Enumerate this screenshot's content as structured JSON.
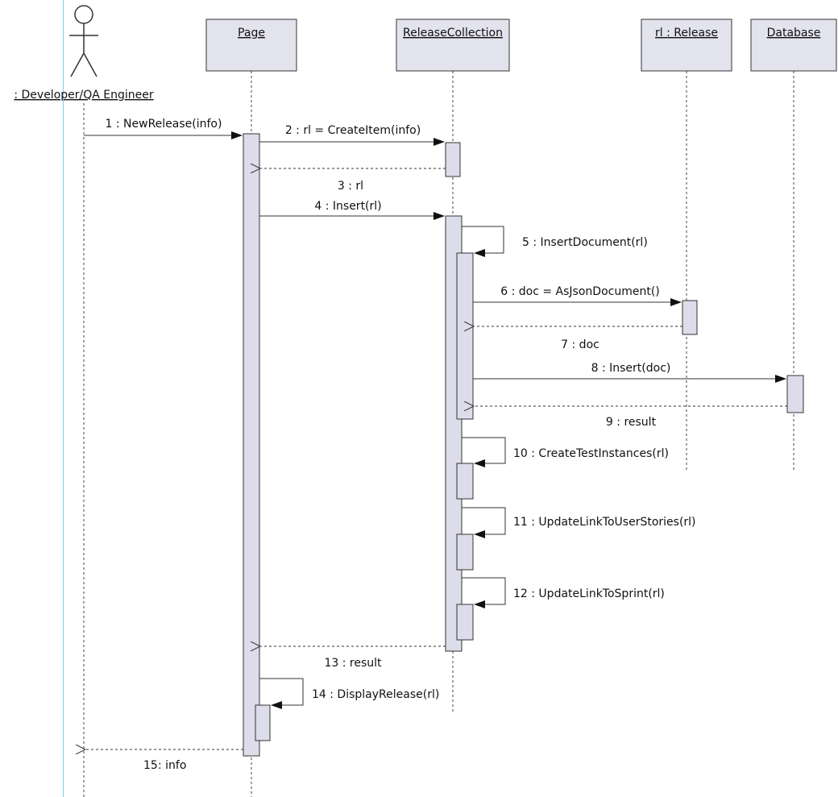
{
  "colors": {
    "lifeline_box": "#e3e3ee",
    "activation": "#dcdcea",
    "stroke": "#333333",
    "margin_line": "#7fd0e6"
  },
  "actor": {
    "label": ": Developer/QA Engineer"
  },
  "lifelines": [
    {
      "id": "page",
      "label": "Page"
    },
    {
      "id": "rc",
      "label": "ReleaseCollection"
    },
    {
      "id": "rl",
      "label": "rl : Release"
    },
    {
      "id": "db",
      "label": "Database"
    }
  ],
  "messages": [
    {
      "num": 1,
      "label": "1 : NewRelease(info)",
      "kind": "call"
    },
    {
      "num": 2,
      "label": "2 : rl = CreateItem(info)",
      "kind": "call"
    },
    {
      "num": 3,
      "label": "3 : rl",
      "kind": "return"
    },
    {
      "num": 4,
      "label": "4 : Insert(rl)",
      "kind": "call"
    },
    {
      "num": 5,
      "label": "5 : InsertDocument(rl)",
      "kind": "self"
    },
    {
      "num": 6,
      "label": "6 : doc = AsJsonDocument()",
      "kind": "call"
    },
    {
      "num": 7,
      "label": "7 : doc",
      "kind": "return"
    },
    {
      "num": 8,
      "label": "8 : Insert(doc)",
      "kind": "call"
    },
    {
      "num": 9,
      "label": "9 : result",
      "kind": "return"
    },
    {
      "num": 10,
      "label": "10 : CreateTestInstances(rl)",
      "kind": "self"
    },
    {
      "num": 11,
      "label": "11 : UpdateLinkToUserStories(rl)",
      "kind": "self"
    },
    {
      "num": 12,
      "label": "12 : UpdateLinkToSprint(rl)",
      "kind": "self"
    },
    {
      "num": 13,
      "label": "13 : result",
      "kind": "return"
    },
    {
      "num": 14,
      "label": "14 : DisplayRelease(rl)",
      "kind": "self"
    },
    {
      "num": 15,
      "label": ": info",
      "kind": "return"
    }
  ]
}
